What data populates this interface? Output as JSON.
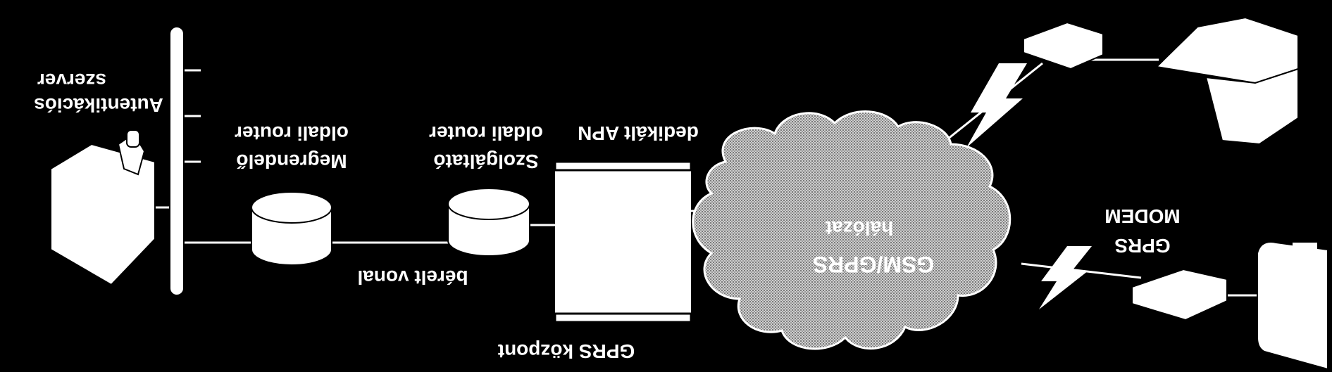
{
  "labels": {
    "auth_server_line1": "Autentikációs",
    "auth_server_line2": "szerver",
    "customer_router_line1": "Megrendelő",
    "customer_router_line2": "oldali router",
    "provider_router_line1": "Szolgáltató",
    "provider_router_line2": "oldali router",
    "dedicated_apn": "dedikált APN",
    "leased_line": "bérelt vonal",
    "gprs_center": "GPRS központ",
    "network_line1": "GSM/GPRS",
    "network_line2": "hálózat",
    "modem_line1": "GPRS",
    "modem_line2": "MODEM"
  },
  "notes": {
    "orientation": "image is rendered rotated 180 degrees",
    "colors": {
      "background": "#000000",
      "foreground": "#ffffff"
    }
  }
}
